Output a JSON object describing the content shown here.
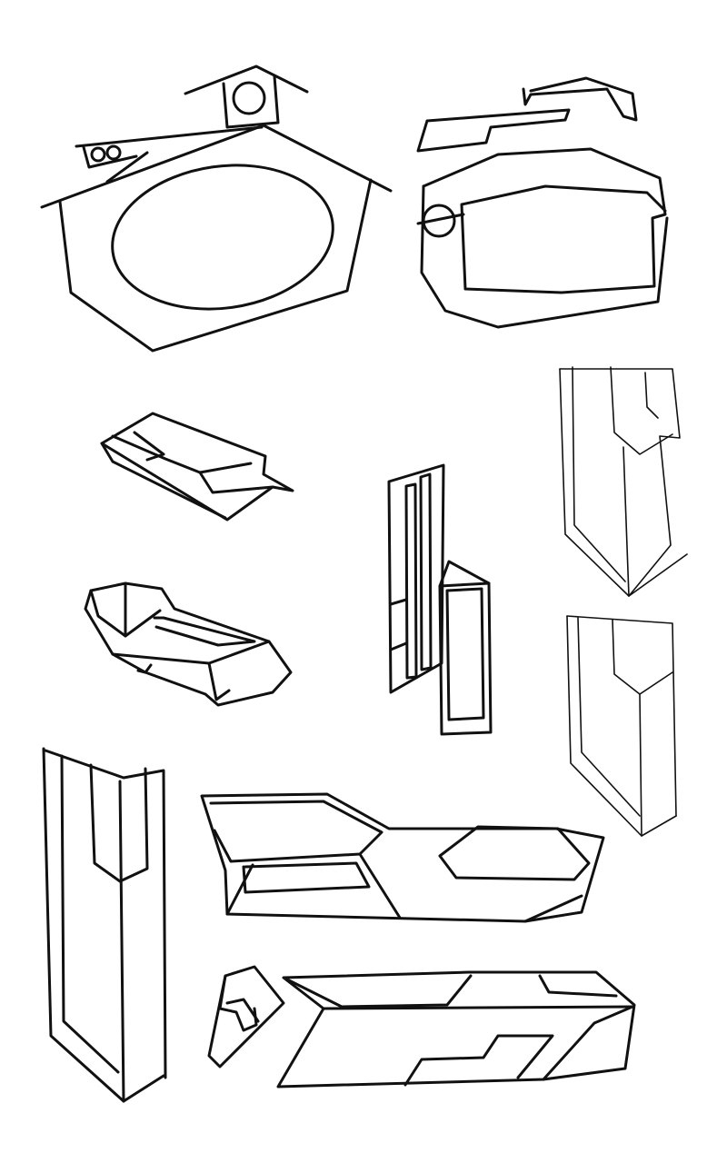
{
  "canvas": {
    "background": "#ffffff",
    "ink_color": "#111111"
  },
  "sketches": [
    {
      "id": "house-pod",
      "description_kind": "pentagon pod with oval window and roof turret"
    },
    {
      "id": "visor-pod",
      "description_kind": "rounded pod with rectangular panel and hook"
    },
    {
      "id": "flat-cartridge",
      "description_kind": "flat angled block"
    },
    {
      "id": "double-slab",
      "description_kind": "two upright slabs"
    },
    {
      "id": "tall-column-right-top",
      "description_kind": "thin-line column"
    },
    {
      "id": "capsule-block",
      "description_kind": "faceted capsule block"
    },
    {
      "id": "tall-column-right-bottom",
      "description_kind": "thin-line column"
    },
    {
      "id": "tall-column-left",
      "description_kind": "thick-line column"
    },
    {
      "id": "hex-deck",
      "description_kind": "long deck with hex plate"
    },
    {
      "id": "small-shard",
      "description_kind": "small shard"
    },
    {
      "id": "long-prism",
      "description_kind": "long angled prism"
    }
  ]
}
